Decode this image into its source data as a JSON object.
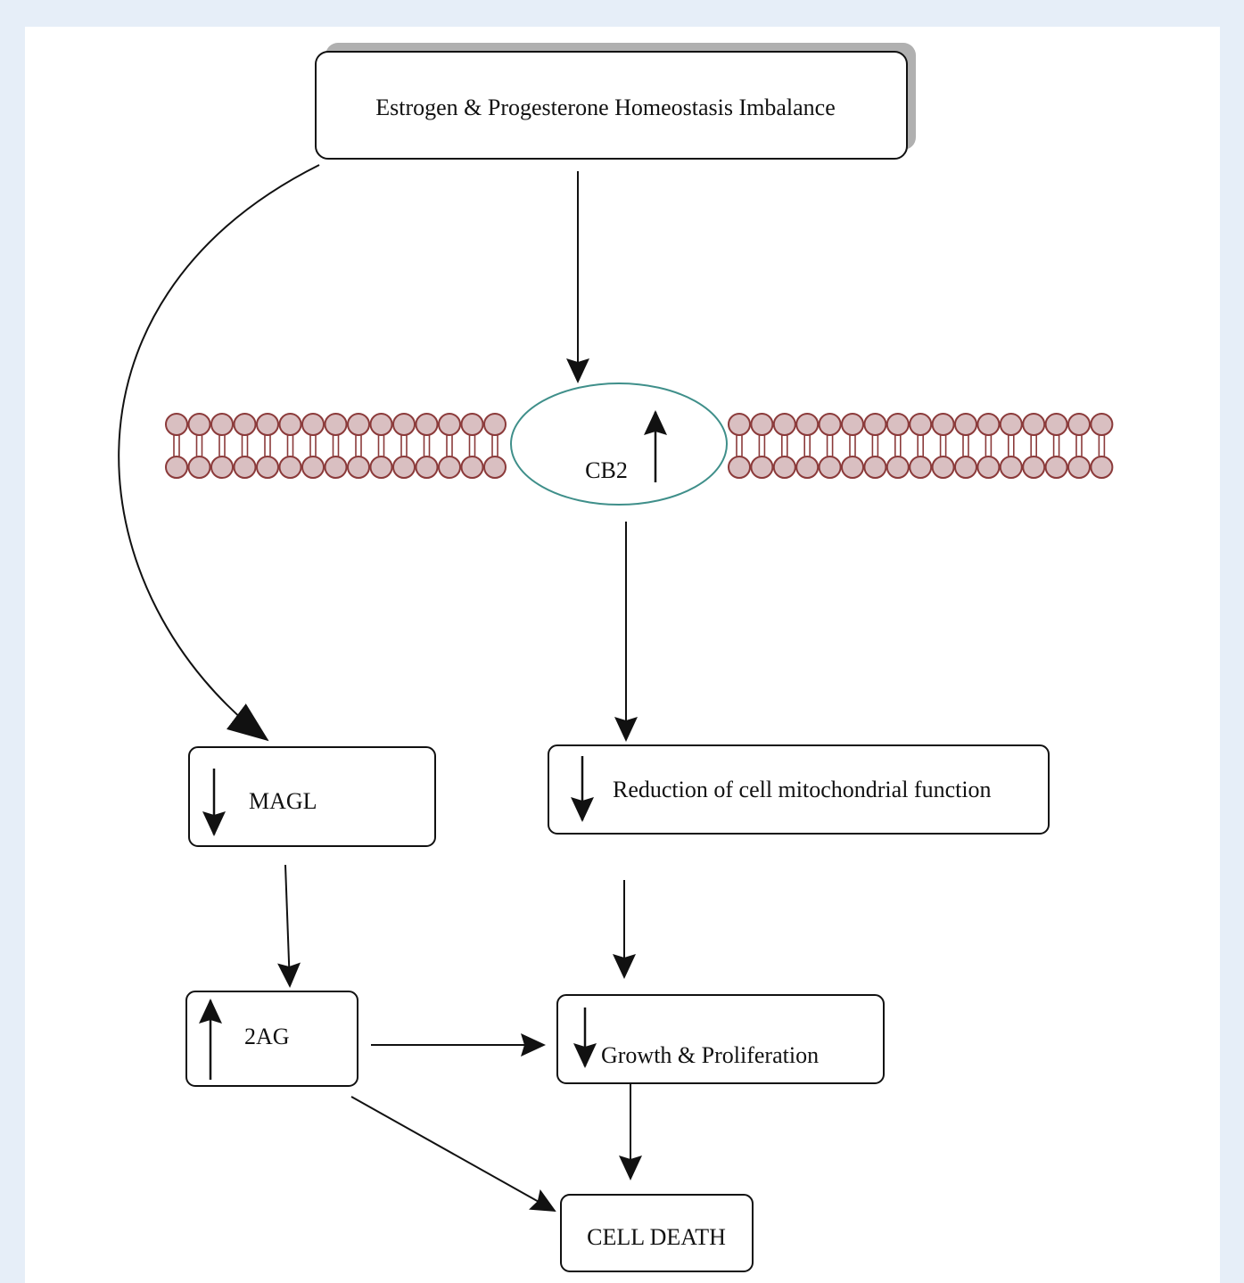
{
  "nodes": {
    "hormone_imbalance": "Estrogen & Progesterone Homeostasis Imbalance",
    "cb2": "CB2",
    "magl": "MAGL",
    "mitochondrial": "Reduction of cell mitochondrial function",
    "two_ag": "2AG",
    "growth": "Growth & Proliferation",
    "cell_death": "CELL DEATH"
  },
  "indicators": {
    "cb2": "up",
    "magl": "down",
    "mitochondrial": "down",
    "two_ag": "up",
    "growth": "down"
  },
  "edges": [
    {
      "from": "hormone_imbalance",
      "to": "cb2"
    },
    {
      "from": "hormone_imbalance",
      "to": "magl"
    },
    {
      "from": "cb2",
      "to": "mitochondrial"
    },
    {
      "from": "magl",
      "to": "two_ag"
    },
    {
      "from": "mitochondrial",
      "to": "growth"
    },
    {
      "from": "two_ag",
      "to": "growth"
    },
    {
      "from": "two_ag",
      "to": "cell_death"
    },
    {
      "from": "growth",
      "to": "cell_death"
    }
  ],
  "colors": {
    "background": "#e6eef8",
    "panel": "#ffffff",
    "membrane_fill": "#d9bfc1",
    "membrane_stroke": "#8b3a3a",
    "receptor_stroke": "#3f8f8a",
    "line": "#111111",
    "box_shadow": "#b0b0b0"
  }
}
